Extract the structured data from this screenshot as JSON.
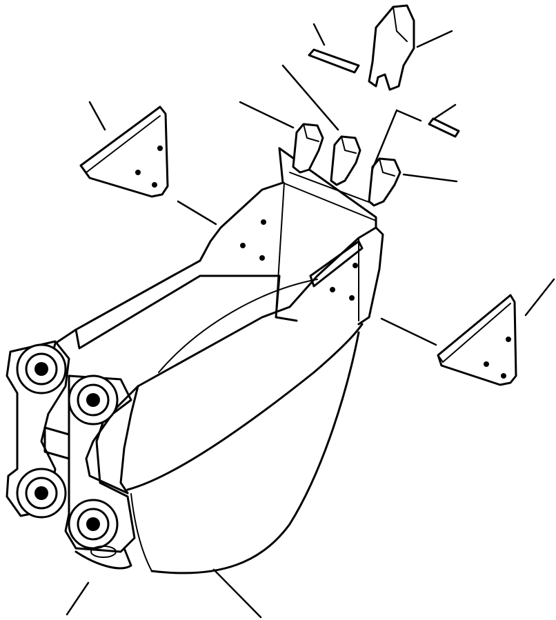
{
  "diagram": {
    "parts": [
      "bucket-body",
      "side-cutter-left",
      "side-cutter-right",
      "tooth-adapter-left",
      "tooth-adapter-center",
      "tooth-adapter-right",
      "tooth-point",
      "lock-pin",
      "retainer-pin",
      "bucket-link-bosses"
    ],
    "leader_count": 11,
    "colors": {
      "line": "#000000",
      "background": "#ffffff"
    }
  }
}
